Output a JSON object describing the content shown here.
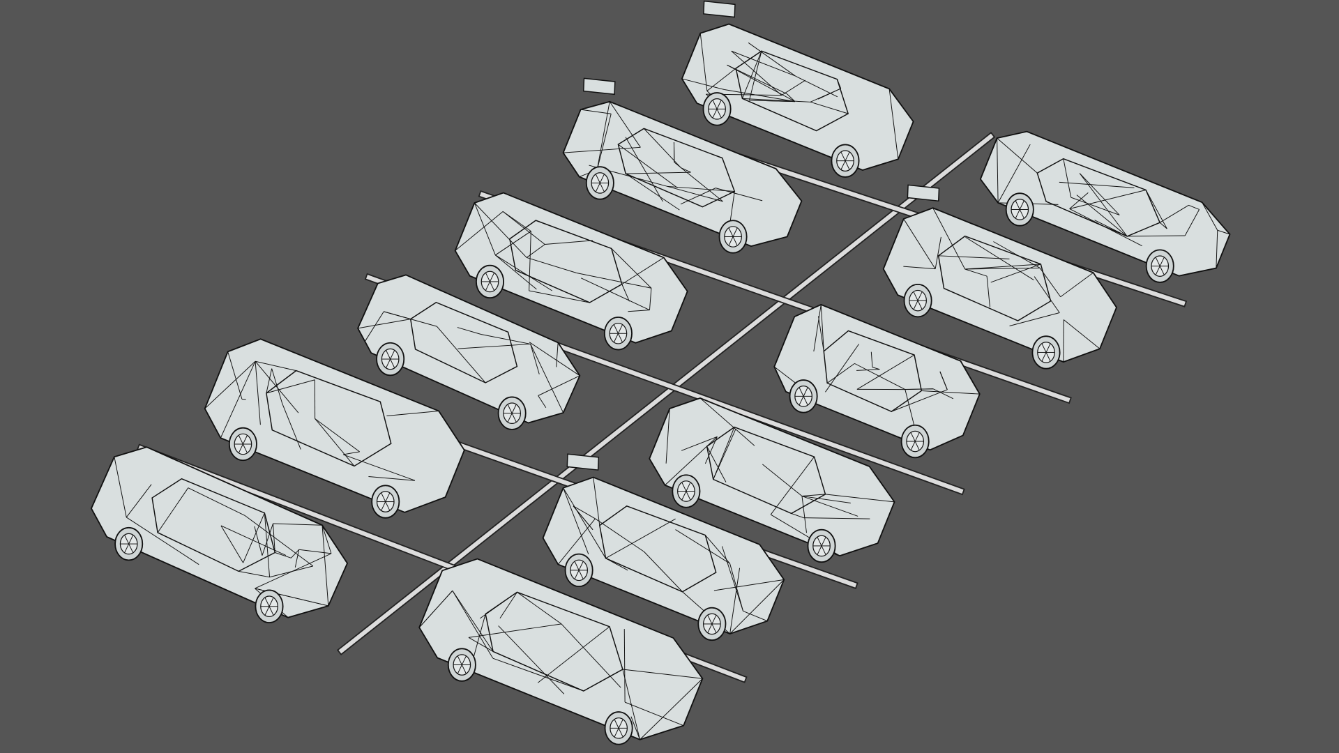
{
  "scene": {
    "background": "#555555",
    "car_fill": "#d9dfdf",
    "wire_color": "#111111",
    "parking_line_color": "#dcdcdc",
    "render_style": "wireframe"
  },
  "cars": [
    {
      "kind": "supercar-with-wing"
    },
    {
      "kind": "race-car-with-wing"
    },
    {
      "kind": "sedan"
    },
    {
      "kind": "hot-rod"
    },
    {
      "kind": "suv"
    },
    {
      "kind": "sports-coupe"
    },
    {
      "kind": "hatchback"
    },
    {
      "kind": "hatchback-with-spoiler"
    },
    {
      "kind": "sports-coupe"
    },
    {
      "kind": "compact-hatchback"
    },
    {
      "kind": "tuned-sedan-with-spoiler"
    },
    {
      "kind": "muscle-car"
    }
  ]
}
